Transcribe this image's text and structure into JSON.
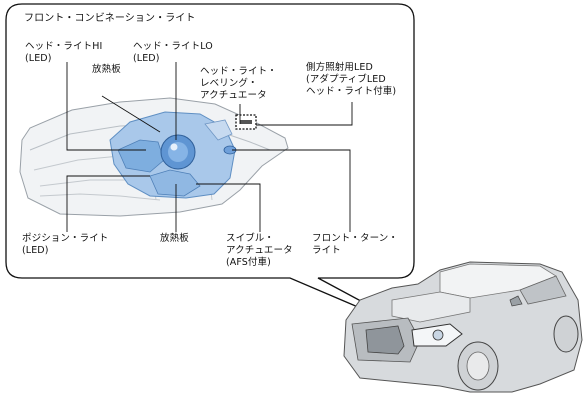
{
  "title": "フロント・コンビネーション・ライト",
  "labels": {
    "head_hi": "ヘッド・ライトHI\n(LED)",
    "head_lo": "ヘッド・ライトLO\n(LED)",
    "heatsink_top": "放熱板",
    "leveling": "ヘッド・ライト・\nレベリング・\nアクチュエータ",
    "side_led": "側方照射用LED\n(アダプティブLED\nヘッド・ライト付車)",
    "position": "ポジション・ライト\n(LED)",
    "heatsink_bottom": "放熱板",
    "swivel": "スイブル・\nアクチュエータ\n(AFS付車)",
    "turn": "フロント・ターン・\nライト"
  }
}
